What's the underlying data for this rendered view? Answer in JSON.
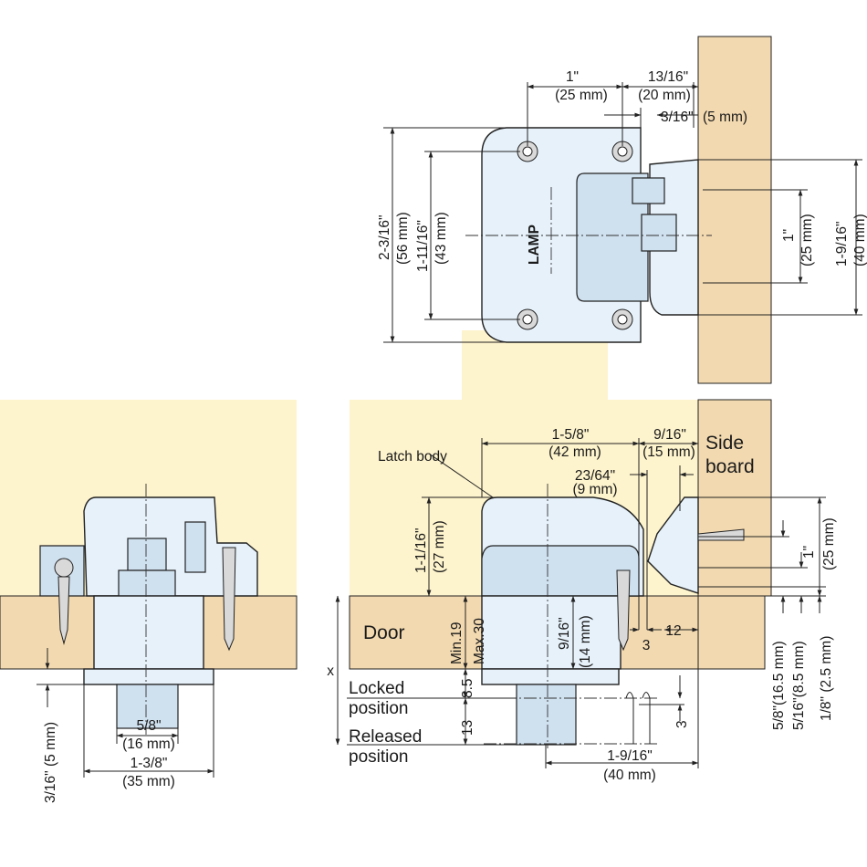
{
  "top_view": {
    "brand": "LAMP",
    "dims": {
      "hole_spacing_in": "1\"",
      "hole_spacing_mm": "(25 mm)",
      "hole_to_edge_in": "13/16\"",
      "hole_to_edge_mm": "(20 mm)",
      "gap_in": "3/16\"",
      "gap_mm": "(5 mm)",
      "plate_height_in": "2-3/16\"",
      "plate_height_mm": "(56 mm)",
      "hole_pitch_in": "1-11/16\"",
      "hole_pitch_mm": "(43 mm)",
      "strike_hole_in": "1\"",
      "strike_hole_mm": "(25 mm)",
      "strike_height_in": "1-9/16\"",
      "strike_height_mm": "(40 mm)"
    }
  },
  "front_view": {
    "dims": {
      "plunger_width_in": "5/8\"",
      "plunger_width_mm": "(16 mm)",
      "flange_width_in": "1-3/8\"",
      "flange_width_mm": "(35 mm)",
      "flange_thickness": "3/16\" (5 mm)"
    }
  },
  "side_view": {
    "labels": {
      "latch_body": "Latch body",
      "side_board_1": "Side",
      "side_board_2": "board",
      "door": "Door",
      "locked_1": "Locked",
      "locked_2": "position",
      "released_1": "Released",
      "released_2": "position",
      "x": "x"
    },
    "dims": {
      "body_length_in": "1-5/8\"",
      "body_length_mm": "(42 mm)",
      "body_to_board_in": "9/16\"",
      "body_to_board_mm": "(15 mm)",
      "catch_offset_in": "23/64\"",
      "catch_offset_mm": "(9 mm)",
      "body_height_in": "1-1/16\"",
      "body_height_mm": "(27 mm)",
      "door_min": "Min.19",
      "door_max": "Max.30",
      "recess_depth_in": "9/16\"",
      "recess_depth_mm": "(14 mm)",
      "gap_3": "3",
      "gap_12": "12",
      "locked_offset": "8.5",
      "stroke": "13",
      "catch_travel": "3",
      "reach_in": "1-9/16\"",
      "reach_mm": "(40 mm)",
      "strike_side_in": "1\"",
      "strike_side_mm": "(25 mm)",
      "screw_height": "5/8\"(16.5 mm)",
      "tongue_height": "5/16\"(8.5 mm)",
      "plate_gap": "1/8\" (2.5 mm)"
    }
  }
}
